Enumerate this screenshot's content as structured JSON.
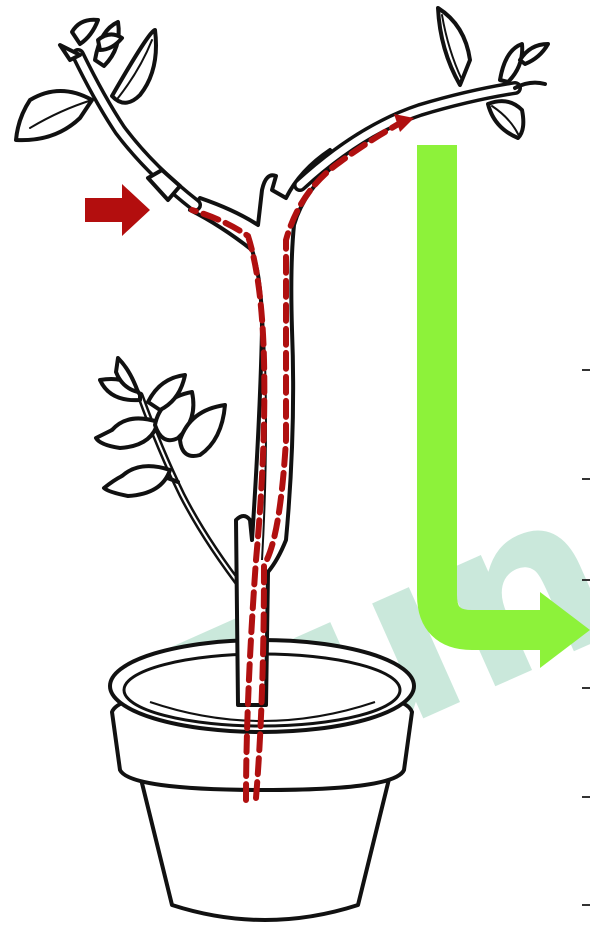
{
  "illustration": {
    "subject": "potted-plant-with-branches",
    "line_color": "#111111",
    "fill_color": "#ffffff"
  },
  "watermark": {
    "text": "Fun",
    "color": "#9fd6bf"
  },
  "annotations": {
    "pointer_arrow": {
      "color": "#b30e0e",
      "icon": "arrow-right"
    },
    "flow_path": {
      "color": "#b01010",
      "style": "dashed"
    },
    "green_arrow": {
      "color": "#8df23a",
      "icon": "arrow-down-then-right"
    }
  },
  "tick_marks": {
    "count": 6,
    "color": "#333333"
  }
}
